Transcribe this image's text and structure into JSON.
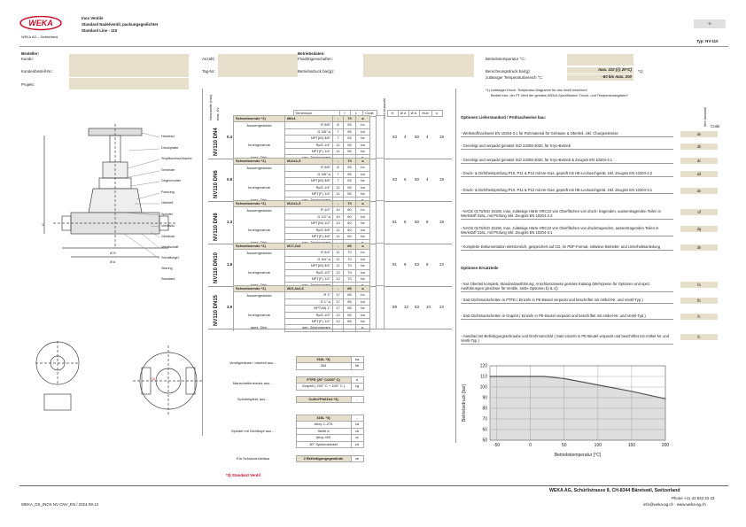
{
  "header": {
    "logo": "WEKA",
    "logo_sub": "WEKA AG – Switzerland",
    "line1": "Inox Ventile",
    "line2": "Standard Nadelventil, packungsgedichtet",
    "line3": "Standard Line - 110",
    "page_label": "-1-",
    "type_label": "Typ: NV-110"
  },
  "form": {
    "besteller": "Besteller:",
    "kunde": "Kunde:",
    "kundenbestell": "Kundenbestell-Nr.:",
    "projekt": "Projekt:",
    "anzahl": "Anzahl:",
    "tagnr": "Tag-Nr.:",
    "betriebsdaten": "Betriebsdaten:",
    "fluid": "Fluid/Eigenschaften:",
    "betriebsdruck": "Betriebsdruck bar(g):",
    "betriebstemp": "Betriebstemperatur °C:",
    "berechnungsdruck": "Berechnungsdruck bar(g):",
    "berechnungsdruck_val": "max. 110 (@ 20°C)",
    "berechnungsdruck_note": "*1)",
    "temp_label": "zulässiger Temperaturbereich °C:",
    "temp_val": "-60 bis max. 200",
    "note1": "*1) zulässiger Druck: Temperatur-Diagramm für das Ventil beachten!",
    "note2": "Bedarf max. der PT-Wert der gemäss WEKA-Spezifikation \"Druck- und Temperaturangaben\""
  },
  "drawing": {
    "labels": [
      "Handrad",
      "Druckplatte",
      "Stopfbuchsschraube",
      "Gewinde",
      "Gegenmutter",
      "Packung",
      "Oberteil",
      "Spindel",
      "Ventilsitz",
      "Gehäuse",
      "Ventilschaft",
      "Schaltkegel",
      "Sitzring",
      "Standard"
    ],
    "dim_h": "H",
    "dim_d": "Ø D",
    "dim_a": "Ø A",
    "marker": "*3)"
  },
  "table": {
    "col_headers": [
      "Dimension",
      "l",
      "L",
      "Code",
      "H",
      "Ø d",
      "Ø A",
      "Hub",
      "u"
    ],
    "rotated_headers": [
      "Nennweite (mm)",
      "max. Kv",
      "Ihre Auswahl"
    ],
    "groups": [
      {
        "model": "NV110 DN4",
        "kv": "0.4",
        "weld": "Schweissende *2)",
        "weld_dim": "Ø6x1",
        "weld_l": "-",
        "weld_L": "70",
        "weld_code": "a",
        "H": "83",
        "d": "4",
        "A": "50",
        "hub": "4",
        "u": "19",
        "rows": [
          {
            "type": "Aussengewinde",
            "dim": "R 3/8\"",
            "l": "8",
            "L": "55",
            "code": "bc"
          },
          {
            "type": "",
            "dim": "G 3/8\" A",
            "l": "7",
            "L": "55",
            "code": "bd"
          },
          {
            "type": "",
            "dim": "NPT(M) 3/8\"",
            "l": "7",
            "L": "55",
            "code": "be"
          },
          {
            "type": "Innengewinde",
            "dim": "RpG 1/4\"",
            "l": "11",
            "L": "55",
            "code": "ba"
          },
          {
            "type": "",
            "dim": "NPT(F) 1/4\"",
            "l": "11",
            "L": "55",
            "code": "bb"
          },
          {
            "type": "spez. Dim.",
            "dim": "sep. Zeichnungen",
            "l": "",
            "L": "",
            "code": "e-"
          }
        ]
      },
      {
        "model": "NV110 DN6",
        "kv": "0.8",
        "weld": "Schweissende *2)",
        "weld_dim": "Ø12x1,5",
        "weld_l": "-",
        "weld_L": "70",
        "weld_code": "a",
        "H": "83",
        "d": "6",
        "A": "50",
        "hub": "4",
        "u": "19",
        "rows": [
          {
            "type": "Aussengewinde",
            "dim": "R 3/8\"",
            "l": "8",
            "L": "55",
            "code": "bc"
          },
          {
            "type": "",
            "dim": "G 3/8\" A",
            "l": "7",
            "L": "55",
            "code": "bd"
          },
          {
            "type": "",
            "dim": "NPT(M) 3/8\"",
            "l": "7",
            "L": "55",
            "code": "be"
          },
          {
            "type": "Innengewinde",
            "dim": "RpG 1/4\"",
            "l": "11",
            "L": "55",
            "code": "ba"
          },
          {
            "type": "",
            "dim": "NPT(F) 1/4\"",
            "l": "11",
            "L": "55",
            "code": "bb"
          },
          {
            "type": "spez. Dim.",
            "dim": "sep. Zeichnungen",
            "l": "",
            "L": "",
            "code": "e-"
          }
        ]
      },
      {
        "model": "NV110 DN8",
        "kv": "1.3",
        "weld": "Schweissende *2)",
        "weld_dim": "Ø12x1,5",
        "weld_l": "-",
        "weld_L": "70",
        "weld_code": "a",
        "H": "81",
        "d": "8",
        "A": "50",
        "hub": "8",
        "u": "19",
        "rows": [
          {
            "type": "Aussengewinde",
            "dim": "R 1/2\"",
            "l": "10",
            "L": "60",
            "code": "bc"
          },
          {
            "type": "",
            "dim": "G 1/2\" A",
            "l": "10",
            "L": "60",
            "code": "bd"
          },
          {
            "type": "",
            "dim": "NPT(M) 1/2\"",
            "l": "10",
            "L": "60",
            "code": "be"
          },
          {
            "type": "Innengewinde",
            "dim": "RpG 3/8\"",
            "l": "11",
            "L": "60",
            "code": "ba"
          },
          {
            "type": "",
            "dim": "NPT(F) 3/8\"",
            "l": "11",
            "L": "60",
            "code": "bb"
          },
          {
            "type": "spez. Dim.",
            "dim": "sep. Zeichnungen",
            "l": "",
            "L": "",
            "code": "e-"
          }
        ]
      },
      {
        "model": "NV110 DN10",
        "kv": "1.8",
        "weld": "Schweissende *2)",
        "weld_dim": "Ø17,2x2",
        "weld_l": "-",
        "weld_L": "85",
        "weld_code": "a",
        "H": "91",
        "d": "9",
        "A": "63",
        "hub": "9",
        "u": "23",
        "rows": [
          {
            "type": "Aussengewinde",
            "dim": "R 3/4\"",
            "l": "11",
            "L": "70",
            "code": "bc"
          },
          {
            "type": "",
            "dim": "G 3/4\" A",
            "l": "11",
            "L": "70",
            "code": "bd"
          },
          {
            "type": "",
            "dim": "NPT(M) 3/4\"",
            "l": "11",
            "L": "70",
            "code": "be"
          },
          {
            "type": "Innengewinde",
            "dim": "RpG 1/2\"",
            "l": "12",
            "L": "70",
            "code": "ba"
          },
          {
            "type": "",
            "dim": "NPT(F) 1/2\"",
            "l": "12",
            "L": "70",
            "code": "bb"
          },
          {
            "type": "spez. Dim.",
            "dim": "sep. Zeichnungen",
            "l": "",
            "L": "",
            "code": "e-"
          }
        ]
      },
      {
        "model": "NV110 DN15",
        "kv": "3.5",
        "weld": "Schweissende *2)",
        "weld_dim": "Ø21,3x2,6",
        "weld_l": "-",
        "weld_L": "85",
        "weld_code": "a",
        "H": "89",
        "d": "12",
        "A": "63",
        "hub": "10",
        "u": "23",
        "rows": [
          {
            "type": "Aussengewinde",
            "dim": "R 1\"",
            "l": "17",
            "L": "85",
            "code": "bc"
          },
          {
            "type": "",
            "dim": "G 1\" A",
            "l": "17",
            "L": "85",
            "code": "bd"
          },
          {
            "type": "",
            "dim": "NPT(M) 1\"",
            "l": "17",
            "L": "85",
            "code": "be"
          },
          {
            "type": "Innengewinde",
            "dim": "RpG 1/2\"",
            "l": "12",
            "L": "85",
            "code": "ba"
          },
          {
            "type": "",
            "dim": "NPT(F) 1/2\"",
            "l": "12",
            "L": "85",
            "code": "bb"
          },
          {
            "type": "spez. Dim.",
            "dim": "sep. Zeichnungen",
            "l": "",
            "L": "",
            "code": "e-"
          }
        ]
      }
    ]
  },
  "materials": {
    "body_label": "Ventilgehäuse / oberteil aus ...",
    "body_rows": [
      {
        "v": "316L *3)",
        "c": "ha"
      },
      {
        "v": "304",
        "c": "hb"
      }
    ],
    "seal_label": "Manschettenersatz aus ...",
    "seal_rows": [
      {
        "v": "PTFE (20° C/200° C)",
        "c": "d"
      },
      {
        "v": "Graphit ( 200° C + 400° C )",
        "c": "cg"
      }
    ],
    "tip_label": "Spindelspitze aus ...",
    "tip_rows": [
      {
        "v": "CuSn7Pb6Zn4 *3)",
        "c": "-"
      }
    ],
    "spindle_label": "Spindel mit Dichtkopf aus ...",
    "spindle_rows": [
      {
        "v": "316L *3)",
        "c": "-"
      },
      {
        "v": "Alloy C-276",
        "c": "ca"
      },
      {
        "v": "Stellit 6",
        "c": "cb"
      },
      {
        "v": "Alloy 400",
        "c": "cc"
      },
      {
        "v": "30° Spitzenwinkel",
        "c": "cd"
      }
    ],
    "cap_label": "Ein Schutzdeckelaus",
    "cap_rows": [
      {
        "v": "2 Befestigungsgewinde",
        "c": "ce"
      }
    ],
    "std_note": "*3) Standard Ventil"
  },
  "options": {
    "title": "Optionen Lieferstandard / Prüfnachweise bau:",
    "ihre_auswahl": "Ihre Auswahl",
    "code_header": "Code",
    "items": [
      {
        "text": "- Werkstoffnachweis EN 10204-3.1 für Rohmaterial für Gehäuse & Oberteil, inkl. Chargenstreise",
        "code": "de"
      },
      {
        "text": "- Gereinigt und verpackt gemäss ISO 23208-2020, für Kryo-Betrieb",
        "code": "db"
      },
      {
        "text": "- Gereinigt und verpackt gemäss ISO 23208-2020, für Kryo-Betrieb & Zeugnis EN 10204-3.1",
        "code": "dc"
      },
      {
        "text": "- Druck- & Dichtheitsprüfung P10, P11 & P12 mit He-Gas, geprüft mit HE-Leckuschgerät, inkl. Zeugnis EN 10204-2.2",
        "code": "dd"
      },
      {
        "text": "- Druck- & Dichtheitsprüfung P10, P11 & P12 mit He-Gas, geprüft mit HE-Leckuschgerät, inkl. Zeugnis EN 10204-3.1",
        "code": "de"
      },
      {
        "text": "- NACE 0175/ISO 15156, max. zulässige Härte HRC22 von Oberflächen von druck- tragenden, aussentragenden Teilen in Werkstoff 316L, mit Prüfung inkl. Zeugnis EN 10204-2.2",
        "code": "df"
      },
      {
        "text": "- NACE 0175/ISO 15156, max. zulässige Härte HRC22 von Oberflächen von drucktragenden, aussentragenden Teilen in Werkstoff 316L, mit Prüfung inkl. Zeugnis EN 10204-3.1",
        "code": "dg"
      },
      {
        "text": "- Komplette Dokumentation elektronisch, gespeichert auf CD, im PDF-Format, inklusive Betriebs- und Unterhaltsanleitung",
        "code": "dh"
      }
    ],
    "spare_title": "Optionen Ersatzteile",
    "spare_items": [
      {
        "text": "- Nur Oberteil komplett, Standardausführung, Anschlussmasse gemäss Katalog (Mehrpreise für Optionen und spez. Ausführungen gleichwie für Ventile, siehe Optionen b) & c))",
        "code": "fa"
      },
      {
        "text": "- Satz Dichtmanschetten in PTFE ( Einzeln in PE-Beutel verpackt und beschriftet mit Artikel-Nr. und Ventil-Typ )",
        "code": "fb"
      },
      {
        "text": "- Satz Dichtmanschetten in Graphit ( Einzeln in PE-Beutel verpackt und beschriftet mit Artikel-Nr. und Ventil-Typ )",
        "code": "fc"
      },
      {
        "text": "- Handrad mit Befestigungsschraube und Drehmomchild ( Satz einzeln in PE-Beutel verpackt und beschriftet mit Artikel-Nr. und Ventil-Typ )",
        "code": "fc"
      }
    ]
  },
  "chart_data": {
    "type": "line",
    "xlabel": "Betriebstemperatur [°C]",
    "ylabel": "Betriebsdruck [bar]",
    "x": [
      -60,
      0,
      20,
      50,
      100,
      150,
      200
    ],
    "values": [
      110,
      110,
      110,
      108,
      102,
      96,
      89
    ],
    "xlim": [
      -60,
      200
    ],
    "ylim": [
      50,
      120
    ],
    "xticks": [
      "-50",
      "0",
      "50",
      "100",
      "150",
      "200"
    ],
    "yticks": [
      "50",
      "60",
      "70",
      "80",
      "90",
      "100",
      "110",
      "120"
    ],
    "grid": true,
    "colors": {
      "line": "#555555",
      "fill": "#dedede"
    }
  },
  "footer": {
    "doc": "WEKA_DS_INOX NV CNV_EN / 2024-08-13",
    "company": "WEKA AG, Schürlistrasse 8, CH-8344 Bäretswil, Switzerland",
    "phone": "Phone +41 43 833 43 43",
    "web": "info@weka-ag.ch · www.weka-ag.ch"
  }
}
